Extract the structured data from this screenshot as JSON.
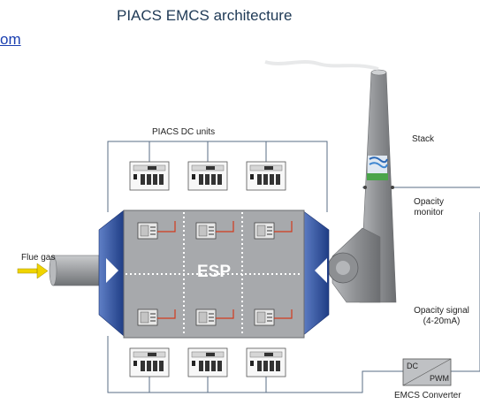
{
  "title": "PIACS EMCS architecture",
  "link_fragment": "om",
  "labels": {
    "dc_units": "PIACS DC units",
    "flue_gas": "Flue gas",
    "esp": "ESP",
    "stack": "Stack",
    "opacity_monitor_1": "Opacity",
    "opacity_monitor_2": "monitor",
    "opacity_signal_1": "Opacity signal",
    "opacity_signal_2": "(4-20mA)",
    "converter_dc": "DC",
    "converter_pwm": "PWM",
    "converter_name": "EMCS Converter"
  },
  "colors": {
    "esp_body": "#a7a9ac",
    "wing_blue": "#2e4f9e",
    "arrow_yellow": "#f0d400",
    "wire": "#5a6e86",
    "stack": "#9a9c9f"
  },
  "icons": [
    "dc-unit-icon",
    "field-module-icon",
    "flue-gas-arrow-icon",
    "smoke-icon",
    "fan-icon"
  ]
}
